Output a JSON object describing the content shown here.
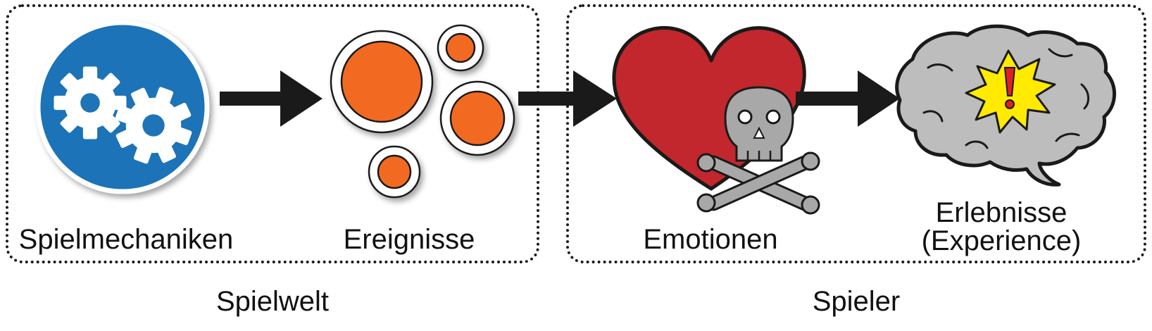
{
  "groups": {
    "world": {
      "caption": "Spielwelt"
    },
    "player": {
      "caption": "Spieler"
    }
  },
  "nodes": {
    "mechanics": {
      "label": "Spielmechaniken",
      "icon": "gears-icon"
    },
    "events": {
      "label": "Ereignisse",
      "icon": "event-bubbles-icon"
    },
    "emotions": {
      "label": "Emotionen",
      "icon": "heart-skull-icon"
    },
    "experiences": {
      "label_line1": "Erlebnisse",
      "label_line2": "(Experience)",
      "icon": "brain-icon"
    }
  },
  "colors": {
    "gear_disc": "#1f73b7",
    "bubble": "#f26a21",
    "heart": "#c1272d",
    "skull": "#a8a8a8",
    "brain": "#bdbdbd",
    "burst": "#ffea00",
    "exclamation": "#e01e24",
    "arrow": "#1a1a1a"
  }
}
